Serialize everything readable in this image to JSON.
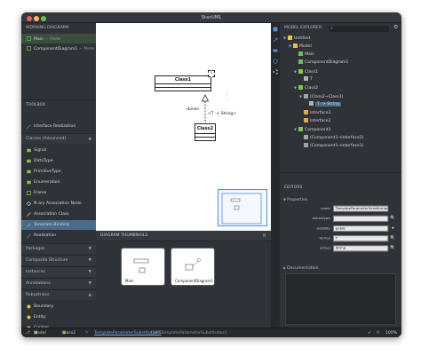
{
  "window": {
    "title": "StarUML"
  },
  "working_diagrams": {
    "header": "WORKING DIAGRAMS",
    "items": [
      {
        "label": "Main",
        "sub": "— Model"
      },
      {
        "label": "ComponentDiagram1",
        "sub": "— Model"
      }
    ]
  },
  "toolbox": {
    "header": "TOOLBOX",
    "top_item": "Interface Realization",
    "group_open": "Classes (Advanced)",
    "items": [
      "Signal",
      "DataType",
      "PrimitiveType",
      "Enumeration",
      "Frame",
      "N-ary Association Node",
      "Association Class",
      "Template Binding",
      "Realization"
    ],
    "groups_closed": [
      "Packages",
      "Composite Structure",
      "Instances",
      "Annotations"
    ],
    "group_robustness": "Robustness",
    "robustness_items": [
      "Boundary",
      "Entity",
      "Control"
    ]
  },
  "canvas": {
    "class1": "Class1",
    "class2": "Class2",
    "template_param": "T",
    "bind_label": "«bind»",
    "binding_label": "<T -> String>"
  },
  "thumbnails": {
    "header": "DIAGRAM THUMBNAILS",
    "close": "×",
    "items": [
      "Main",
      "ComponentDiagram1"
    ]
  },
  "explorer": {
    "header": "MODEL EXPLORER",
    "tree": [
      {
        "label": "Untitled",
        "depth": 0,
        "twist": "▼"
      },
      {
        "label": "Model",
        "depth": 1,
        "twist": "▼"
      },
      {
        "label": "Main",
        "depth": 2,
        "twist": ""
      },
      {
        "label": "ComponentDiagram1",
        "depth": 2,
        "twist": ""
      },
      {
        "label": "Class1",
        "depth": 2,
        "twist": "▼"
      },
      {
        "label": "T",
        "depth": 3,
        "twist": ""
      },
      {
        "label": "Class2",
        "depth": 2,
        "twist": "▼"
      },
      {
        "label": "(Class2→Class1)",
        "depth": 3,
        "twist": "▼"
      },
      {
        "label": "T -> String",
        "depth": 4,
        "twist": ""
      },
      {
        "label": "Interface1",
        "depth": 3,
        "twist": ""
      },
      {
        "label": "Interface2",
        "depth": 3,
        "twist": ""
      },
      {
        "label": "Component1",
        "depth": 2,
        "twist": "▼"
      },
      {
        "label": "(Component1→Interface2)",
        "depth": 3,
        "twist": ""
      },
      {
        "label": "(Component1→Interface1)",
        "depth": 3,
        "twist": ""
      }
    ]
  },
  "editors": {
    "header": "EDITORS",
    "properties_header": "Properties",
    "documentation_header": "Documentation",
    "props": [
      {
        "label": "name",
        "value": "TemplateParameterSubstitution1",
        "button": ""
      },
      {
        "label": "stereotype",
        "value": "",
        "button": "🔍"
      },
      {
        "label": "visibility",
        "value": "public",
        "button": "▾"
      },
      {
        "label": "formal",
        "value": "T",
        "button": "🔍"
      },
      {
        "label": "actual",
        "value": "String",
        "button": "🔍"
      }
    ]
  },
  "status": {
    "model": "Model",
    "diagram": "Class2",
    "element": "TemplateParameterSubstitution1",
    "type": "[UMLTemplateParameterSubstitution]",
    "zoom": "100%"
  },
  "colors": {
    "accent": "#4a8fe0",
    "selected_row": "#4a6b8a",
    "class_icon": "#8bc34a",
    "diagram_icon": "#6fbf5f"
  }
}
